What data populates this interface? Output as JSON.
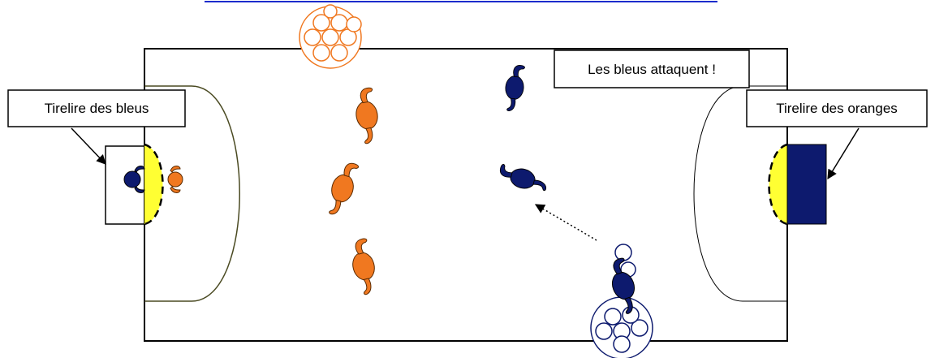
{
  "labels": {
    "attack": "Les bleus attaquent !",
    "blue_bank": "Tirelire des bleus",
    "orange_bank": "Tirelire des oranges"
  },
  "colors": {
    "blue_team": "#0d1a6e",
    "orange_team": "#f07820",
    "goal_zone": "#ffff33",
    "blue_bank": "#0d1a6e",
    "top_rule": "#1c2ccc",
    "left_arc": "#4a4a22"
  },
  "players": {
    "orange": [
      "orange-player-1",
      "orange-player-2",
      "orange-player-3",
      "orange-goalkeeper"
    ],
    "blue": [
      "blue-player-1",
      "blue-player-2",
      "blue-player-3-with-ball",
      "blue-goalkeeper"
    ]
  }
}
